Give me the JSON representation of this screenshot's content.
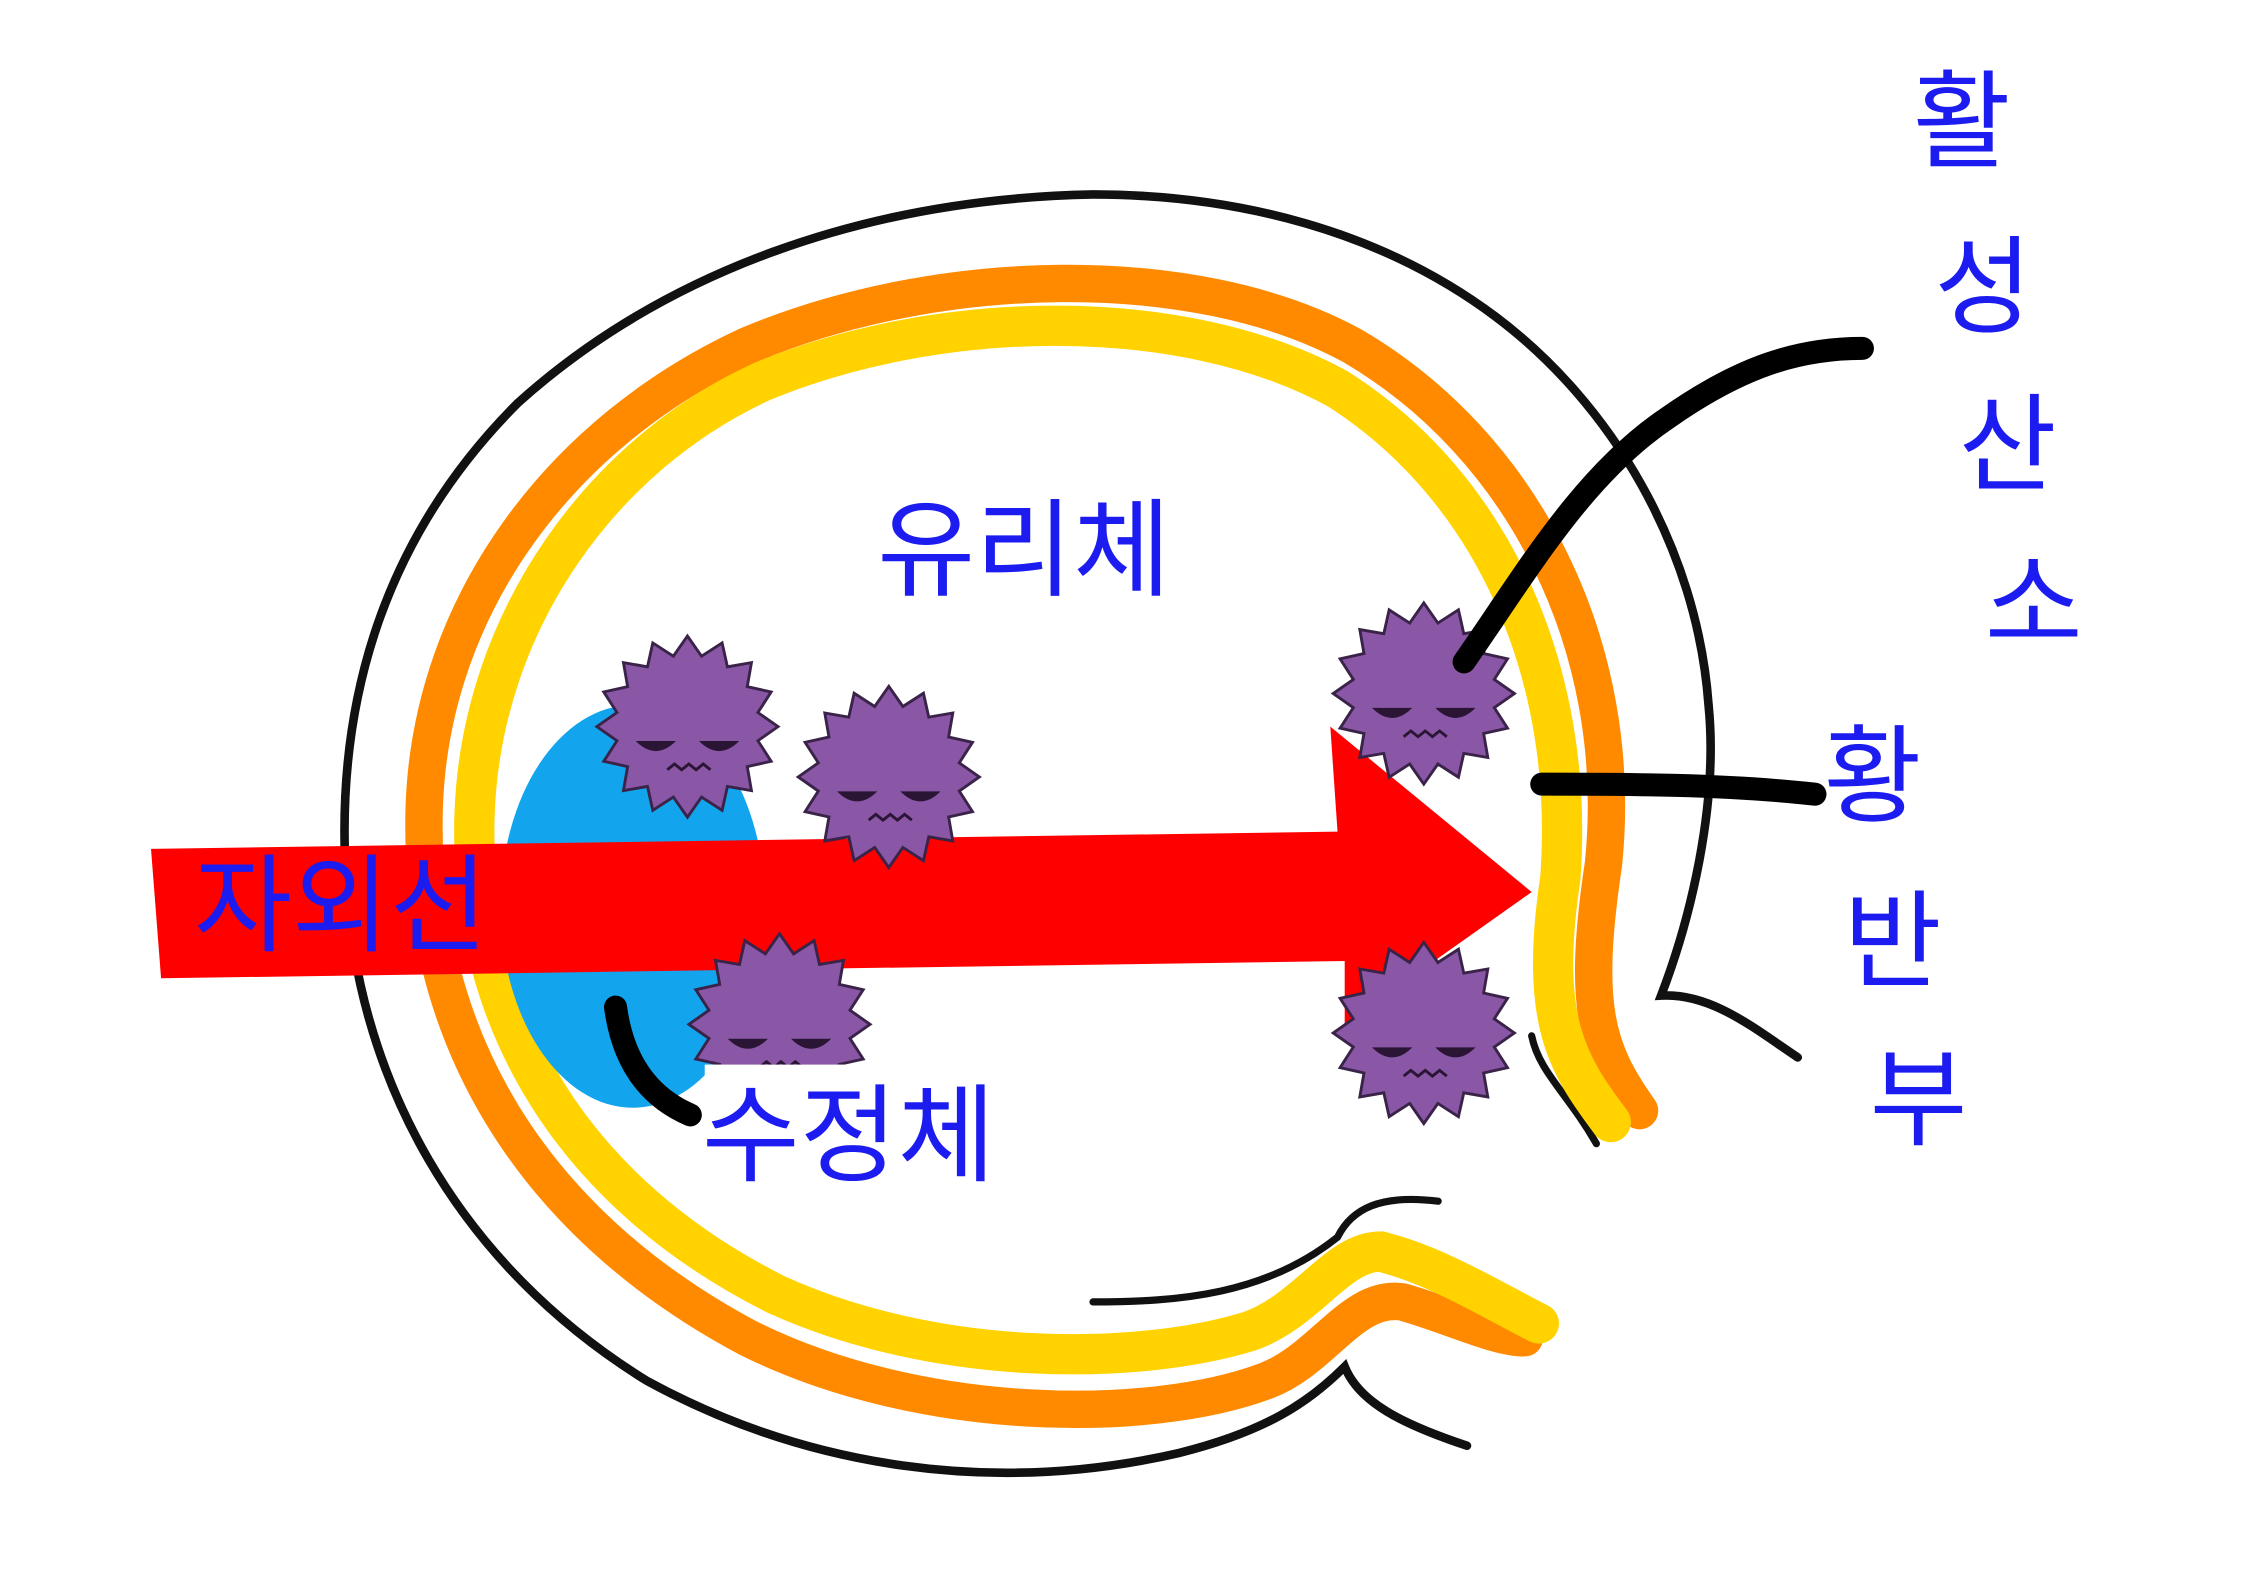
{
  "labels": {
    "vitreous": "유리체",
    "uv": "자외선",
    "lens": "수정체",
    "ros": [
      "활",
      "성",
      "산",
      "소"
    ],
    "macula": [
      "황",
      "반",
      "부"
    ]
  },
  "colors": {
    "outline": "#111111",
    "orange": "#ff8a00",
    "yellow": "#ffd200",
    "lens": "#12a5ee",
    "arrow": "#ff0000",
    "virus": "#8a56a6",
    "label": "#1c1cf0"
  }
}
